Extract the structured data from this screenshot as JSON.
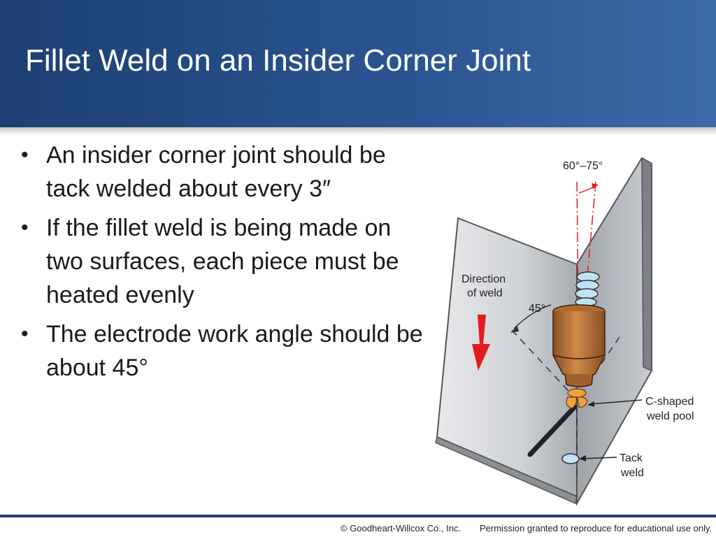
{
  "title": "Fillet Weld on an Insider Corner Joint",
  "bullets": [
    {
      "symbol": "•",
      "text": "An insider corner joint should be tack welded about every 3″"
    },
    {
      "symbol": "•",
      "text": "If the fillet weld is being made on two surfaces, each piece must be heated evenly"
    },
    {
      "symbol": "•",
      "text": "The electrode work angle should be about 45°"
    }
  ],
  "diagram": {
    "angle_range_label": "60°–75°",
    "direction_label_1": "Direction",
    "direction_label_2": "of weld",
    "work_angle_label": "45°",
    "pool_label_1": "C-shaped",
    "pool_label_2": "weld pool",
    "tack_label_1": "Tack",
    "tack_label_2": "weld"
  },
  "colors": {
    "header_dark": "#1c3f73",
    "header_light": "#3d6aa8",
    "arrow_red": "#e11b22",
    "torch_copper": "#c47a3c",
    "weld_blue": "#bfe3f5"
  },
  "footer": {
    "copyright": "© Goodheart-Willcox Co., Inc.",
    "permission": "Permission granted to reproduce for educational use only."
  }
}
